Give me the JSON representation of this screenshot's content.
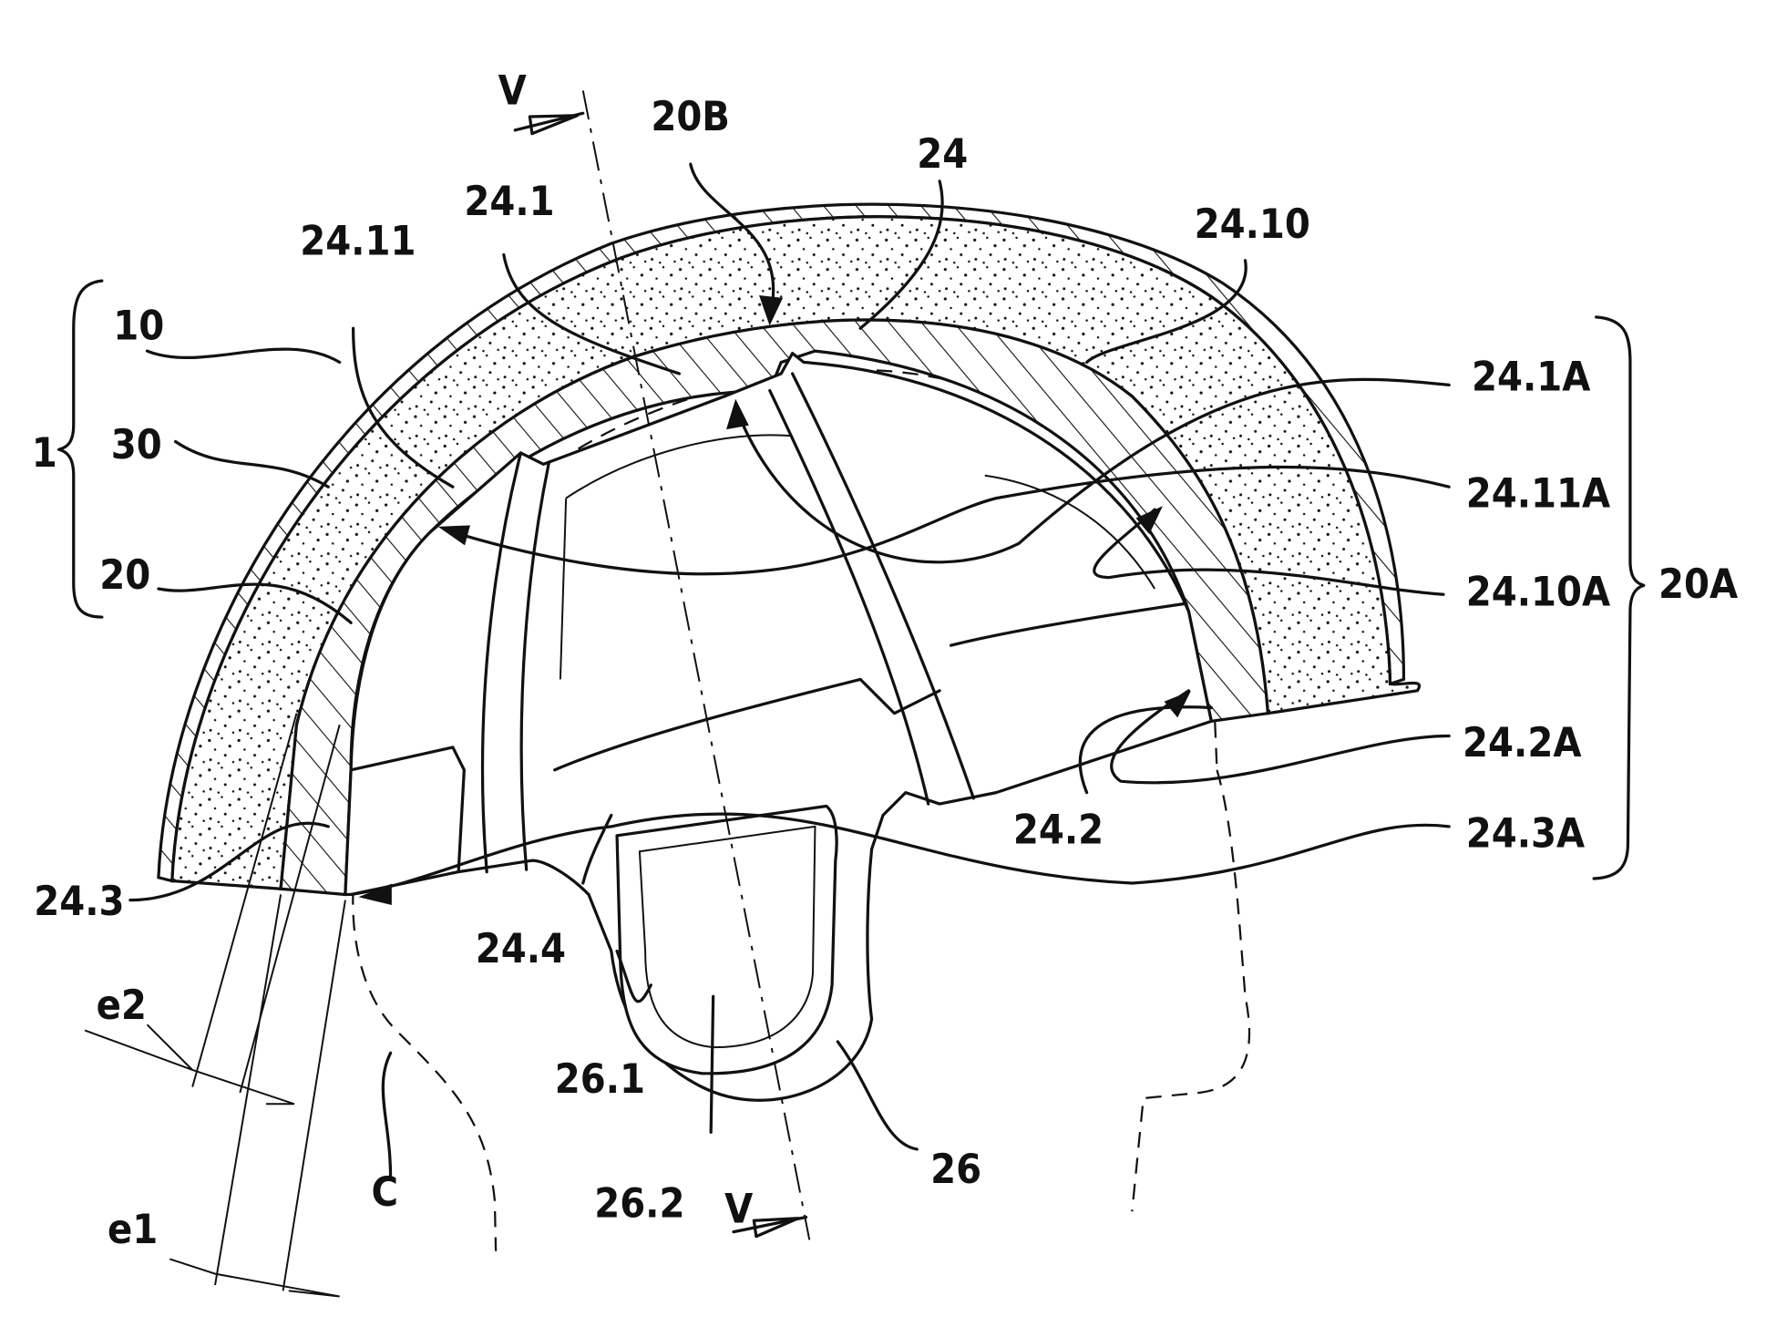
{
  "figure": {
    "type": "patent-drawing",
    "subject": "helmet cross-section with inner shell and foam liner",
    "section_marker": "V",
    "reference_labels": [
      {
        "id": "V_top",
        "text": "V"
      },
      {
        "id": "20B",
        "text": "20B"
      },
      {
        "id": "24",
        "text": "24"
      },
      {
        "id": "24.1",
        "text": "24.1"
      },
      {
        "id": "24.11",
        "text": "24.11"
      },
      {
        "id": "24.10",
        "text": "24.10"
      },
      {
        "id": "10",
        "text": "10"
      },
      {
        "id": "1",
        "text": "1"
      },
      {
        "id": "30",
        "text": "30"
      },
      {
        "id": "20",
        "text": "20"
      },
      {
        "id": "24.1A",
        "text": "24.1A"
      },
      {
        "id": "24.11A",
        "text": "24.11A"
      },
      {
        "id": "24.10A",
        "text": "24.10A"
      },
      {
        "id": "20A",
        "text": "20A"
      },
      {
        "id": "24.2A",
        "text": "24.2A"
      },
      {
        "id": "24.2",
        "text": "24.2"
      },
      {
        "id": "24.3A",
        "text": "24.3A"
      },
      {
        "id": "24.3",
        "text": "24.3"
      },
      {
        "id": "24.4",
        "text": "24.4"
      },
      {
        "id": "26.1",
        "text": "26.1"
      },
      {
        "id": "26.2",
        "text": "26.2"
      },
      {
        "id": "26",
        "text": "26"
      },
      {
        "id": "C",
        "text": "C"
      },
      {
        "id": "e2",
        "text": "e2"
      },
      {
        "id": "e1",
        "text": "e1"
      },
      {
        "id": "V_bottom",
        "text": "V"
      }
    ]
  }
}
